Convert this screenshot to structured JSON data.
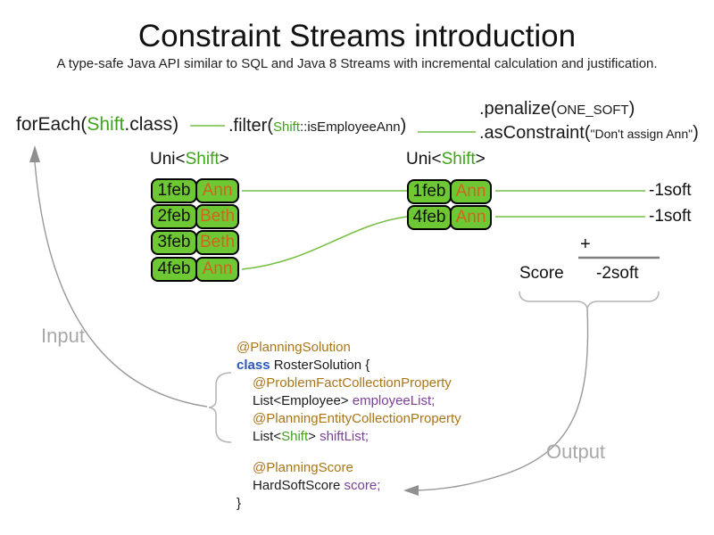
{
  "title": "Constraint Streams introduction",
  "subtitle": "A type-safe Java API similar to SQL and Java 8 Streams with incremental calculation and justification.",
  "pipeline": {
    "foreach": {
      "pre": "forEach(",
      "arg": "Shift",
      "post": ".class)"
    },
    "filter": {
      "pre": ".filter(",
      "arg_type": "Shift",
      "arg_rest": "::isEmployeeAnn",
      "post": ")"
    },
    "penalize": {
      "pre": ".penalize(",
      "arg": "ONE_SOFT",
      "post": ")"
    },
    "as_constraint": {
      "pre": ".asConstraint(",
      "arg": "\"Don't assign Ann\"",
      "post": ")"
    }
  },
  "input_table": {
    "type_pre": "Uni<",
    "type_arg": "Shift",
    "type_post": ">",
    "rows": [
      {
        "date": "1feb",
        "name": "Ann"
      },
      {
        "date": "2feb",
        "name": "Beth"
      },
      {
        "date": "3feb",
        "name": "Beth"
      },
      {
        "date": "4feb",
        "name": "Ann"
      }
    ]
  },
  "filtered_table": {
    "type_pre": "Uni<",
    "type_arg": "Shift",
    "type_post": ">",
    "rows": [
      {
        "date": "1feb",
        "name": "Ann"
      },
      {
        "date": "4feb",
        "name": "Ann"
      }
    ],
    "penalties": [
      "-1soft",
      "-1soft"
    ]
  },
  "score_summary": {
    "plus": "+",
    "label": "Score",
    "total": "-2soft"
  },
  "flow_labels": {
    "input": "Input",
    "output": "Output"
  },
  "code": {
    "l1": {
      "a": "@PlanningSolution"
    },
    "l2": {
      "kw": "class",
      "rest": " RosterSolution {"
    },
    "l3": {
      "a": "@ProblemFactCollectionProperty"
    },
    "l4": {
      "t": "List<Employee> ",
      "f": "employeeList;"
    },
    "l5": {
      "a": "@PlanningEntityCollectionProperty"
    },
    "l6": {
      "t1": "List<",
      "g": "Shift",
      "t2": "> ",
      "f": "shiftList;"
    },
    "l7": {
      "a": "@PlanningScore"
    },
    "l8": {
      "t": "HardSoftScore ",
      "f": "score;"
    },
    "l9": {
      "t": "}"
    }
  },
  "colors": {
    "box_green": "#6ec833",
    "type_green": "#3fa31c",
    "line_green": "#76bf43",
    "name_orange": "#d2641e",
    "annotation_gold": "#aa7519",
    "keyword_blue": "#2a56b5",
    "field_purple": "#7a3f99",
    "arrow_gray": "#999999"
  }
}
